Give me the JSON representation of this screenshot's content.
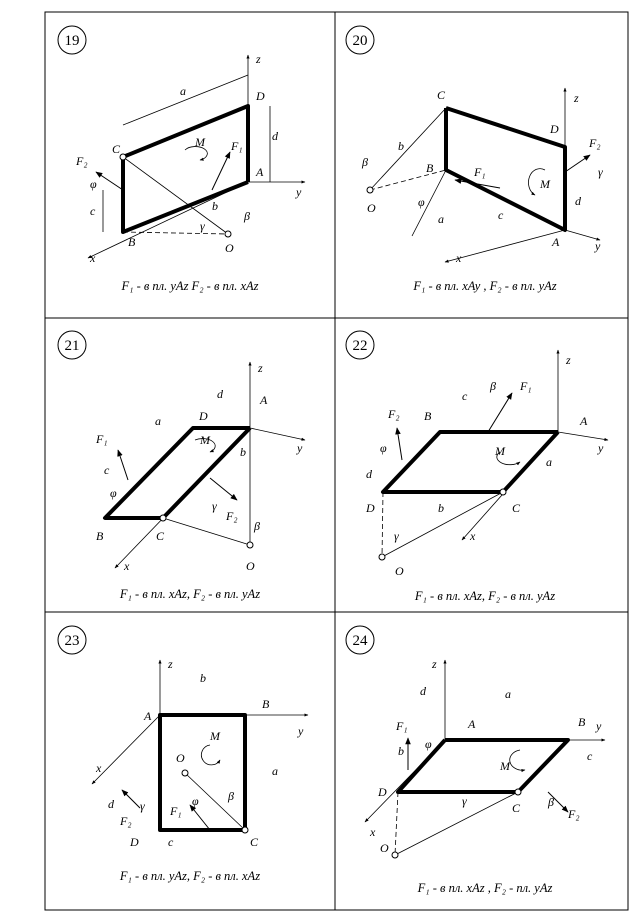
{
  "panels": [
    {
      "number": "19",
      "caption": "F₁ - в пл. yAz       F₂ - в пл. xAz",
      "labels": {
        "z": "z",
        "y": "y",
        "x": "x",
        "A": "A",
        "B": "B",
        "C": "C",
        "D": "D",
        "O": "O",
        "a": "a",
        "b": "b",
        "c": "c",
        "d": "d",
        "M": "M",
        "F1": "F₁",
        "F2": "F₂",
        "phi": "φ",
        "gamma": "γ",
        "beta": "β"
      }
    },
    {
      "number": "20",
      "caption": "F₁ - в пл. xAy ,    F₂ - в пл. yAz",
      "labels": {
        "z": "z",
        "y": "y",
        "x": "x",
        "A": "A",
        "B": "B",
        "C": "C",
        "D": "D",
        "O": "O",
        "a": "a",
        "b": "b",
        "c": "c",
        "d": "d",
        "M": "M",
        "F1": "F₁",
        "F2": "F₂",
        "phi": "φ",
        "gamma": "γ",
        "beta": "β"
      }
    },
    {
      "number": "21",
      "caption": "F₁ - в пл. xAz,   F₂ - в пл. yAz",
      "labels": {
        "z": "z",
        "y": "y",
        "x": "x",
        "A": "A",
        "B": "B",
        "C": "C",
        "D": "D",
        "O": "O",
        "a": "a",
        "b": "b",
        "c": "c",
        "d": "d",
        "M": "M",
        "F1": "F₁",
        "F2": "F₂",
        "phi": "φ",
        "gamma": "γ",
        "beta": "β"
      }
    },
    {
      "number": "22",
      "caption": "F₁ - в  пл. xAz,      F₂ - в  пл. yAz",
      "labels": {
        "z": "z",
        "y": "y",
        "x": "x",
        "A": "A",
        "B": "B",
        "C": "C",
        "D": "D",
        "O": "O",
        "a": "a",
        "b": "b",
        "c": "c",
        "d": "d",
        "M": "M",
        "F1": "F₁",
        "F2": "F₂",
        "phi": "φ",
        "gamma": "γ",
        "beta": "β"
      }
    },
    {
      "number": "23",
      "caption": "F₁ - в пл. yAz,    F₂ - в пл. xAz",
      "labels": {
        "z": "z",
        "y": "y",
        "x": "x",
        "A": "A",
        "B": "B",
        "C": "C",
        "D": "D",
        "O": "O",
        "a": "a",
        "b": "b",
        "c": "c",
        "d": "d",
        "M": "M",
        "F1": "F₁",
        "F2": "F₂",
        "phi": "φ",
        "gamma": "γ",
        "beta": "β"
      }
    },
    {
      "number": "24",
      "caption": "F₁ - в пл. xAz ,      F₂ - пл. yAz",
      "labels": {
        "z": "z",
        "y": "y",
        "x": "x",
        "A": "A",
        "B": "B",
        "C": "C",
        "D": "D",
        "O": "O",
        "a": "a",
        "b": "b",
        "c": "c",
        "d": "d",
        "M": "M",
        "F1": "F₁",
        "F2": "F₂",
        "phi": "φ",
        "gamma": "γ",
        "beta": "β"
      }
    }
  ]
}
